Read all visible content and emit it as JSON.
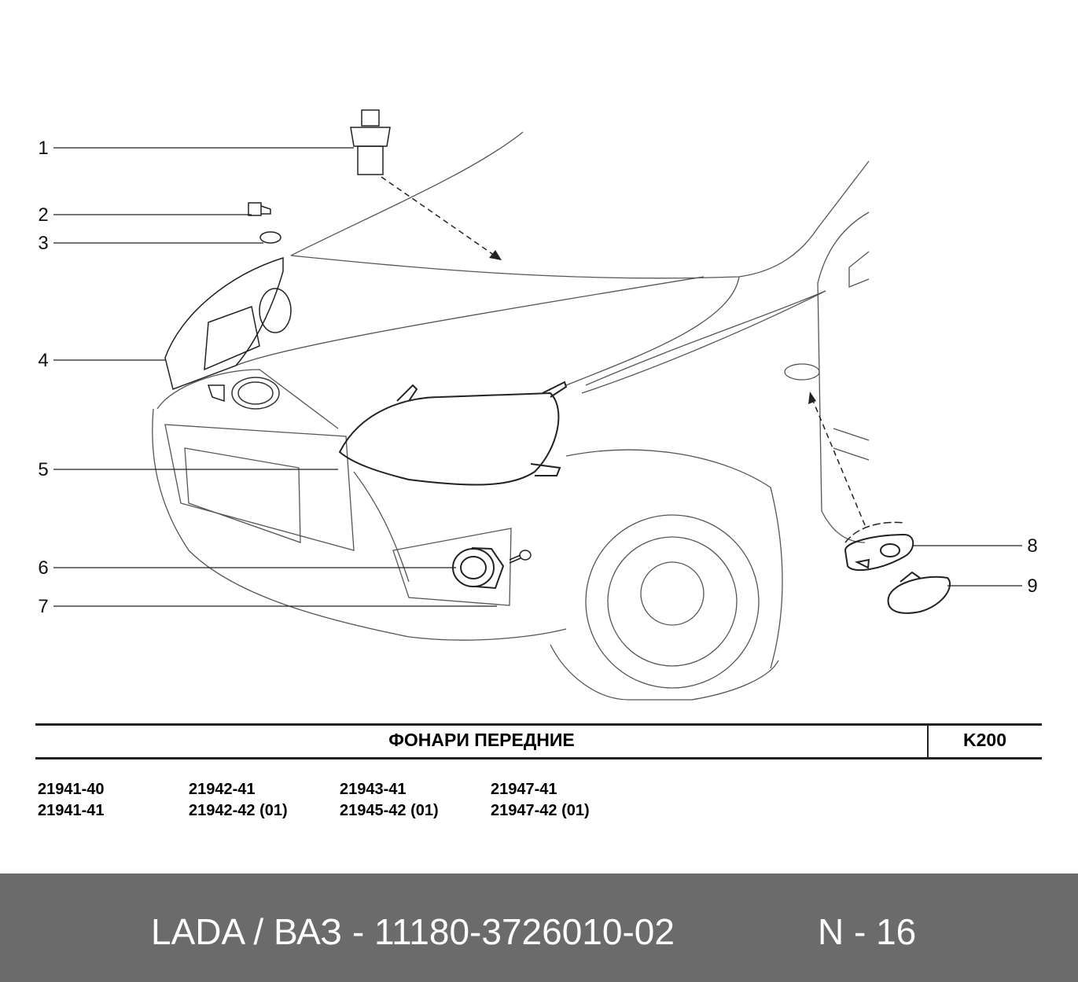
{
  "callouts": [
    "1",
    "2",
    "3",
    "4",
    "5",
    "6",
    "7",
    "8",
    "9"
  ],
  "title_block": {
    "title": "ФОНАРИ  ПЕРЕДНИЕ",
    "code": "K200"
  },
  "variants": [
    [
      "21941-40",
      "21941-41"
    ],
    [
      "21942-41",
      "21942-42 (01)"
    ],
    [
      "21943-41",
      "21945-42 (01)"
    ],
    [
      "21947-41",
      "21947-42 (01)"
    ]
  ],
  "footer": {
    "part_label": "LADA / ВАЗ - 11180-3726010-02",
    "page_label": "N - 16"
  }
}
